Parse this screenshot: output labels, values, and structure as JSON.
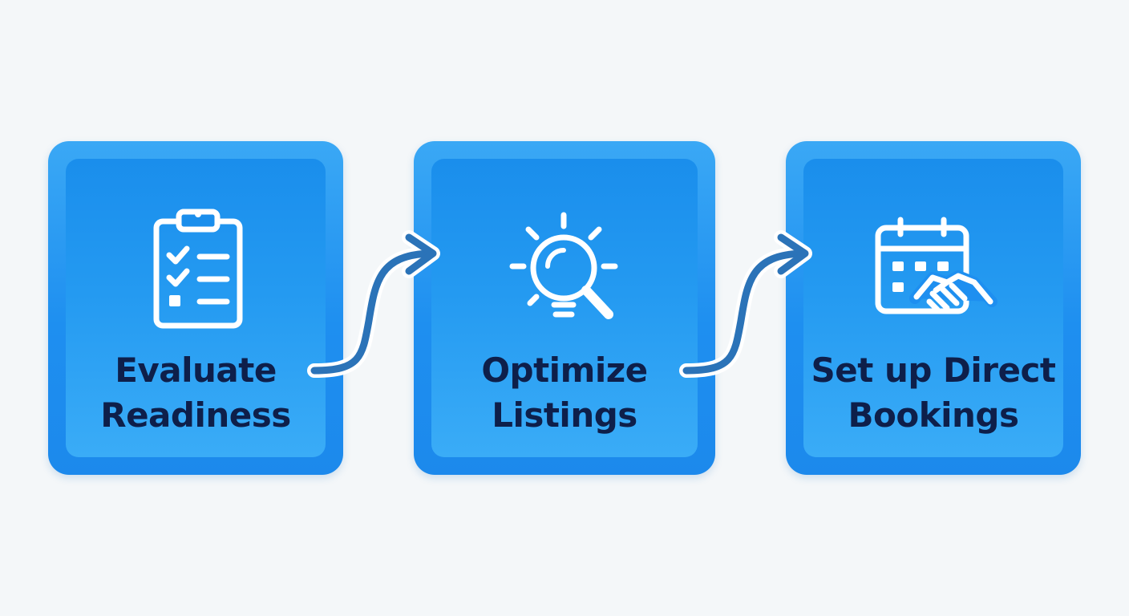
{
  "steps": [
    {
      "icon": "clipboard-checklist-icon",
      "label_line1": "Evaluate",
      "label_line2": "Readiness"
    },
    {
      "icon": "lightbulb-magnifier-icon",
      "label_line1": "Optimize",
      "label_line2": "Listings"
    },
    {
      "icon": "calendar-handshake-icon",
      "label_line1": "Set up Direct",
      "label_line2": "Bookings"
    }
  ],
  "colors": {
    "background": "#f4f7f9",
    "card_blue": "#1e8ff0",
    "label_navy": "#0e1f4a",
    "connector_blue": "#2b73b8",
    "icon_white": "#ffffff"
  }
}
